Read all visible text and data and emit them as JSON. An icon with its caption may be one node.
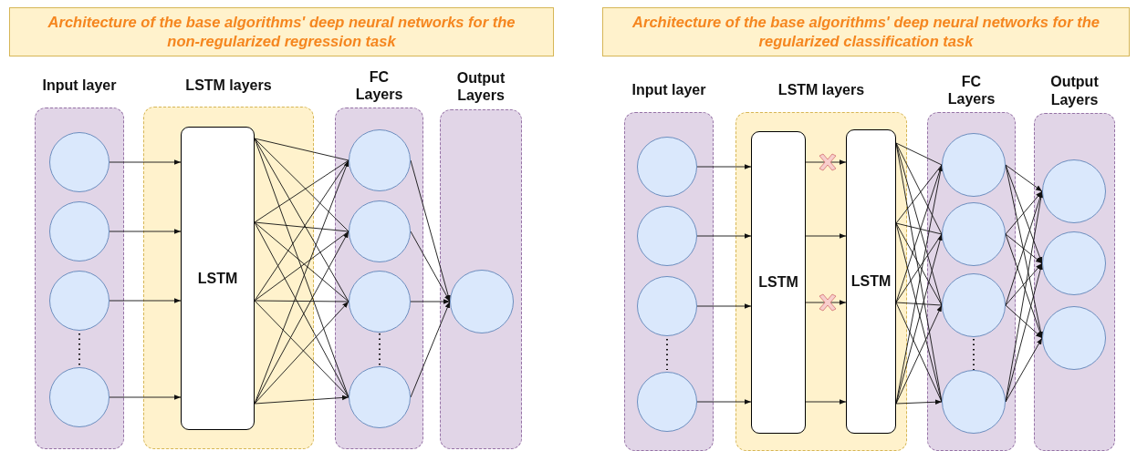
{
  "diagram": {
    "nodes": [
      {
        "text": [
          "Architecture of the base algorithms' deep neural networks for the non-regularized regression task"
        ]
      },
      {
        "text": [
          "Input layer"
        ]
      },
      {
        "text": [],
        "shape": "circle",
        "in": 1
      },
      {
        "text": [],
        "shape": "circle",
        "in": 1
      },
      {
        "text": [],
        "shape": "circle",
        "in": 1
      },
      {
        "text": [],
        "shape": "circle",
        "in": 1
      },
      {
        "text": [
          "LSTM layers"
        ]
      },
      {
        "text": [
          "LSTM"
        ],
        "in": 6
      },
      {
        "text": [
          "FC Layers"
        ]
      },
      {
        "text": [],
        "shape": "circle",
        "in": 8
      },
      {
        "text": [],
        "shape": "circle",
        "in": 8
      },
      {
        "text": [],
        "shape": "circle",
        "in": 8
      },
      {
        "text": [],
        "shape": "circle",
        "in": 8
      },
      {
        "text": [
          "Output Layers"
        ]
      },
      {
        "text": [],
        "shape": "circle",
        "in": 13
      },
      {
        "text": [
          "Architecture of the base algorithms' deep neural networks for the regularized classification task"
        ]
      },
      {
        "text": [
          "Input layer"
        ]
      },
      {
        "text": [],
        "shape": "circle",
        "in": 16
      },
      {
        "text": [],
        "shape": "circle",
        "in": 16
      },
      {
        "text": [],
        "shape": "circle",
        "in": 16
      },
      {
        "text": [],
        "shape": "circle",
        "in": 16
      },
      {
        "text": [
          "LSTM layers"
        ]
      },
      {
        "text": [
          "LSTM"
        ],
        "in": 21
      },
      {
        "text": [
          "LSTM"
        ],
        "in": 21
      },
      {
        "text": [
          "FC Layers"
        ]
      },
      {
        "text": [],
        "shape": "circle",
        "in": 24
      },
      {
        "text": [],
        "shape": "circle",
        "in": 24
      },
      {
        "text": [],
        "shape": "circle",
        "in": 24
      },
      {
        "text": [],
        "shape": "circle",
        "in": 24
      },
      {
        "text": [
          "Output Layers"
        ]
      },
      {
        "text": [],
        "shape": "circle",
        "in": 29
      },
      {
        "text": [],
        "shape": "circle",
        "in": 29
      },
      {
        "text": [],
        "shape": "circle",
        "in": 29
      }
    ],
    "edges": [
      {
        "from": 2,
        "to": 7,
        "arrow": "to"
      },
      {
        "from": 3,
        "to": 7,
        "arrow": "to"
      },
      {
        "from": 4,
        "to": 7,
        "arrow": "to"
      },
      {
        "from": 5,
        "to": 7,
        "arrow": "to"
      },
      {
        "from": 7,
        "to": 9,
        "arrow": "to"
      },
      {
        "from": 7,
        "to": 10,
        "arrow": "to"
      },
      {
        "from": 7,
        "to": 11,
        "arrow": "to"
      },
      {
        "from": 7,
        "to": 12,
        "arrow": "to"
      },
      {
        "from": 9,
        "to": 14,
        "arrow": "to"
      },
      {
        "from": 10,
        "to": 14,
        "arrow": "to"
      },
      {
        "from": 11,
        "to": 14,
        "arrow": "to"
      },
      {
        "from": 12,
        "to": 14,
        "arrow": "to"
      },
      {
        "from": 17,
        "to": 22,
        "arrow": "to"
      },
      {
        "from": 18,
        "to": 22,
        "arrow": "to"
      },
      {
        "from": 19,
        "to": 22,
        "arrow": "to"
      },
      {
        "from": 20,
        "to": 22,
        "arrow": "to"
      },
      {
        "from": 22,
        "to": 23,
        "arrow": "to"
      },
      {
        "from": 22,
        "to": 23,
        "arrow": "to"
      },
      {
        "from": 22,
        "to": 23,
        "arrow": "to"
      },
      {
        "from": 22,
        "to": 23,
        "arrow": "to"
      },
      {
        "from": 23,
        "to": 25,
        "arrow": "to"
      },
      {
        "from": 23,
        "to": 26,
        "arrow": "to"
      },
      {
        "from": 23,
        "to": 27,
        "arrow": "to"
      },
      {
        "from": 23,
        "to": 28,
        "arrow": "to"
      },
      {
        "from": 25,
        "to": 30,
        "arrow": "to"
      },
      {
        "from": 25,
        "to": 31,
        "arrow": "to"
      },
      {
        "from": 25,
        "to": 32,
        "arrow": "to"
      },
      {
        "from": 26,
        "to": 30,
        "arrow": "to"
      },
      {
        "from": 26,
        "to": 31,
        "arrow": "to"
      },
      {
        "from": 26,
        "to": 32,
        "arrow": "to"
      },
      {
        "from": 27,
        "to": 30,
        "arrow": "to"
      },
      {
        "from": 27,
        "to": 31,
        "arrow": "to"
      },
      {
        "from": 27,
        "to": 32,
        "arrow": "to"
      },
      {
        "from": 28,
        "to": 30,
        "arrow": "to"
      },
      {
        "from": 28,
        "to": 31,
        "arrow": "to"
      },
      {
        "from": 28,
        "to": 32,
        "arrow": "to"
      }
    ]
  }
}
